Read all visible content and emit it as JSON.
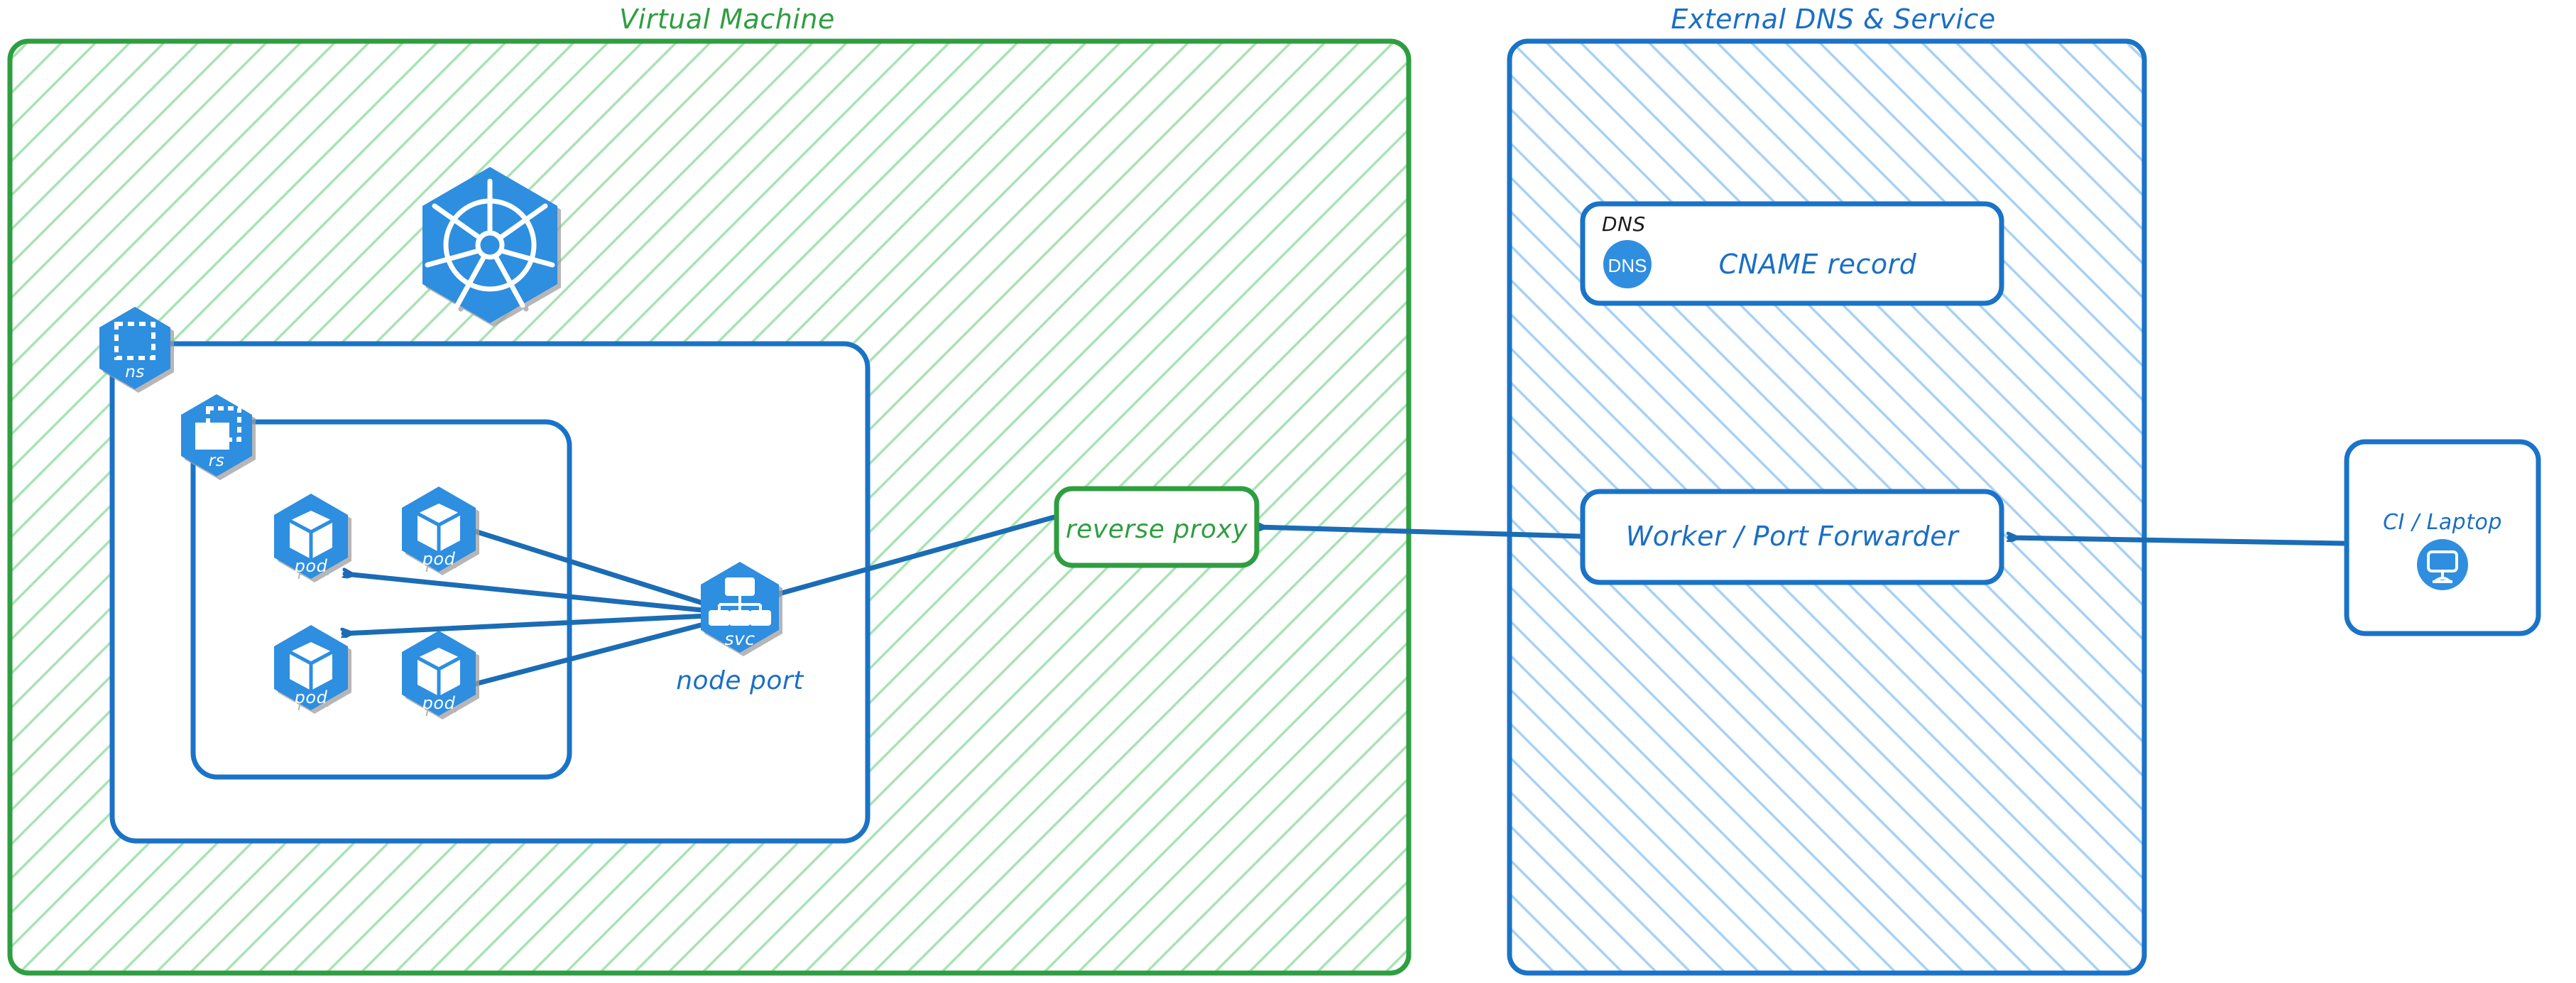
{
  "diagram": {
    "title_hidden": "",
    "colors": {
      "green_stroke": "#2f9e41",
      "green_hatch": "#a9e3b4",
      "green_text": "#2f9e41",
      "blue_stroke": "#1a73c7",
      "blue_hatch": "#a8d2f5",
      "blue_text": "#1a6fc4",
      "k8s_blue": "#2f8ee0",
      "arrow_blue": "#1b6cb5",
      "black_text": "#1b1b1b",
      "white": "#ffffff"
    },
    "groups": [
      {
        "id": "vm",
        "label": "Virtual Machine",
        "label_color": "#2f9e41",
        "style": "green-hatched"
      },
      {
        "id": "external",
        "label": "External DNS & Service",
        "label_color": "#1a6fc4",
        "style": "blue-hatched"
      }
    ],
    "k8s_logo": {
      "name": "kubernetes-logo",
      "alt": "Kubernetes helm wheel"
    },
    "badges": [
      {
        "id": "ns",
        "label": "ns",
        "icon": "namespace-icon"
      },
      {
        "id": "rs",
        "label": "rs",
        "icon": "replicaset-icon"
      }
    ],
    "pods": [
      {
        "id": "pod1",
        "label": "pod"
      },
      {
        "id": "pod2",
        "label": "pod"
      },
      {
        "id": "pod3",
        "label": "pod"
      },
      {
        "id": "pod4",
        "label": "pod"
      }
    ],
    "service": {
      "badge_label": "svc",
      "caption": "node port"
    },
    "nodes": [
      {
        "id": "reverse-proxy",
        "label": "reverse proxy",
        "text_color": "#2f9e41",
        "border_color": "#2f9e41"
      },
      {
        "id": "dns-record",
        "tag": "DNS",
        "icon_label": "DNS",
        "label": "CNAME record",
        "text_color": "#1a6fc4",
        "border_color": "#1a73c7"
      },
      {
        "id": "worker",
        "label": "Worker / Port Forwarder",
        "text_color": "#1a6fc4",
        "border_color": "#1a73c7"
      },
      {
        "id": "ci-laptop",
        "label": "CI / Laptop",
        "icon": "desktop-monitor-icon",
        "text_color": "#1a6fc4",
        "border_color": "#1a73c7"
      }
    ],
    "edges": [
      {
        "from": "ci-laptop",
        "to": "worker",
        "direction": "left"
      },
      {
        "from": "worker",
        "to": "reverse-proxy",
        "direction": "left"
      },
      {
        "from": "reverse-proxy",
        "to": "svc",
        "direction": "left-down"
      },
      {
        "from": "svc",
        "to": "pod1",
        "direction": "left"
      },
      {
        "from": "svc",
        "to": "pod2",
        "direction": "left-up"
      },
      {
        "from": "svc",
        "to": "pod3",
        "direction": "left"
      },
      {
        "from": "svc",
        "to": "pod4",
        "direction": "left-down"
      }
    ]
  }
}
